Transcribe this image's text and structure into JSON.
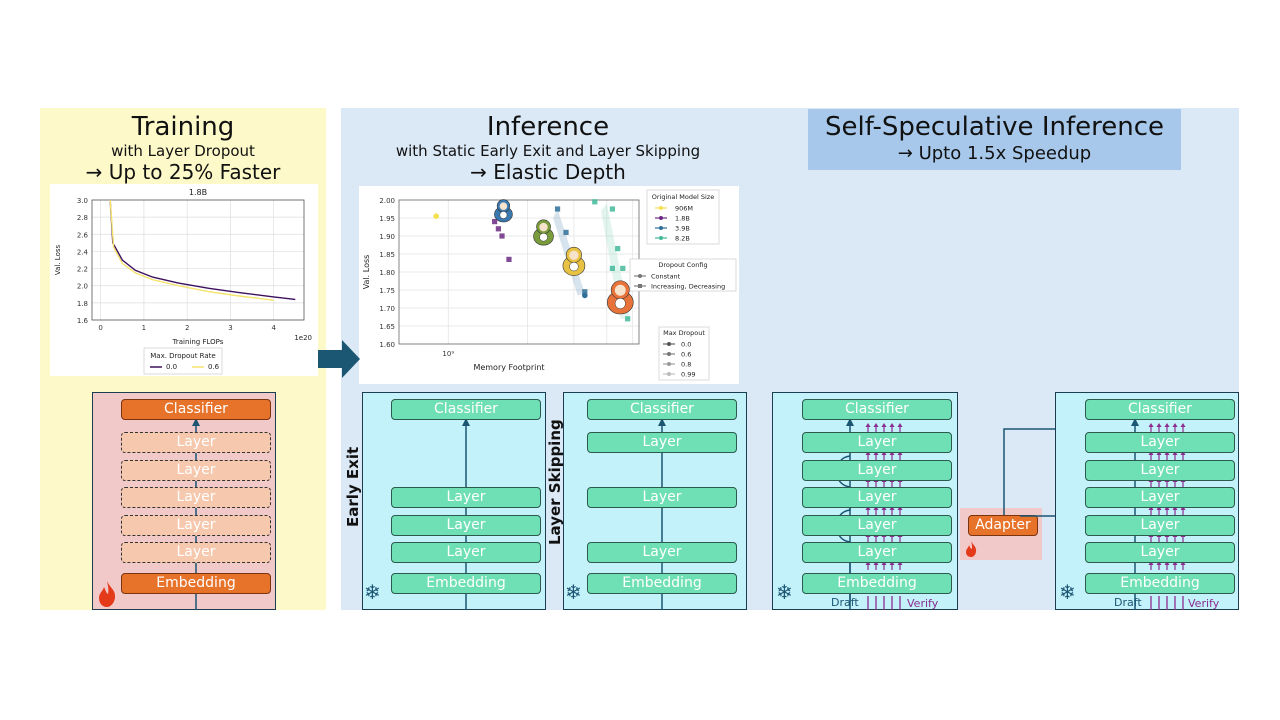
{
  "training": {
    "title": "Training",
    "subtitle": "with Layer Dropout",
    "highlight": "→ Up to 25% Faster",
    "chart_title": "1.8B",
    "xlabel": "Training FLOPs",
    "ylabel": "Val. Loss",
    "x_exponent": "1e20",
    "legend_title": "Max. Dropout Rate",
    "stack": {
      "top": "Classifier",
      "layer": "Layer",
      "bottom": "Embedding"
    }
  },
  "inference": {
    "title": "Inference",
    "subtitle": "with Static Early Exit and Layer Skipping",
    "highlight": "→ Elastic Depth",
    "xlabel": "Memory Footprint",
    "ylabel": "Val. Loss",
    "x_tick": "10⁹",
    "legend_size_title": "Original Model Size",
    "legend_config_title": "Dropout Config",
    "legend_config": [
      "Constant",
      "Increasing, Decreasing"
    ],
    "legend_dropout_title": "Max Dropout",
    "legend_dropout": [
      "0.0",
      "0.6",
      "0.8",
      "0.99"
    ],
    "early_exit_label": "Early Exit",
    "layer_skipping_label": "Layer Skipping",
    "stack": {
      "top": "Classifier",
      "layer": "Layer",
      "bottom": "Embedding"
    }
  },
  "speculative": {
    "title": "Self-Speculative Inference",
    "highlight": "→ Upto 1.5x Speedup",
    "draft": "Draft",
    "verify": "Verify",
    "adapter": "Adapter",
    "stack": {
      "top": "Classifier",
      "layer": "Layer",
      "bottom": "Embedding"
    }
  },
  "colors": {
    "training_bg": "#fdf9c9",
    "inference_bg": "#dbe8f5",
    "speculative_title_bg": "#a7c8ea",
    "stack_bg_training": "#f2c9c9",
    "stack_bg_inference": "#c3f2fb",
    "block_teal": "#6fdfb6",
    "block_orange": "#e7722a",
    "arrow": "#1b5673",
    "verify_purple": "#8b2c8f"
  },
  "chart_data": [
    {
      "type": "line",
      "title": "1.8B",
      "xlabel": "Training FLOPs",
      "ylabel": "Val. Loss",
      "xlim": [
        -0.2,
        4.7
      ],
      "ylim": [
        1.6,
        3.0
      ],
      "x_ticks": [
        0,
        1,
        2,
        3,
        4
      ],
      "y_ticks": [
        1.6,
        1.8,
        2.0,
        2.2,
        2.4,
        2.6,
        2.8,
        3.0
      ],
      "grid": true,
      "legend_position": "bottom",
      "series": [
        {
          "name": "0.0",
          "color": "#3d1060",
          "x": [
            0.22,
            0.28,
            0.5,
            0.8,
            1.2,
            1.8,
            2.5,
            3.2,
            4.0,
            4.5
          ],
          "y": [
            3.0,
            2.5,
            2.3,
            2.18,
            2.1,
            2.03,
            1.97,
            1.92,
            1.87,
            1.84
          ]
        },
        {
          "name": "0.6",
          "color": "#f5e36e",
          "x": [
            0.22,
            0.3,
            0.5,
            0.8,
            1.2,
            1.8,
            2.5,
            3.2,
            4.0
          ],
          "y": [
            3.0,
            2.45,
            2.26,
            2.15,
            2.07,
            2.0,
            1.93,
            1.88,
            1.83
          ]
        }
      ]
    },
    {
      "type": "scatter",
      "xlabel": "Memory Footprint",
      "ylabel": "Val. Loss",
      "ylim": [
        1.6,
        2.0
      ],
      "y_ticks": [
        1.6,
        1.65,
        1.7,
        1.75,
        1.8,
        1.85,
        1.9,
        1.95,
        2.0
      ],
      "x_scale": "log",
      "grid": true,
      "legend_position": "right",
      "series": [
        {
          "name": "906M",
          "color": "#f4e04d",
          "points": [
            {
              "x": 0.9,
              "y": 1.955,
              "marker": "circle"
            }
          ]
        },
        {
          "name": "1.8B",
          "color": "#6a2a82",
          "points": [
            {
              "x": 1.5,
              "y": 1.94,
              "marker": "square"
            },
            {
              "x": 1.55,
              "y": 1.92,
              "marker": "square"
            },
            {
              "x": 1.6,
              "y": 1.9,
              "marker": "square"
            },
            {
              "x": 1.7,
              "y": 1.835,
              "marker": "square"
            }
          ]
        },
        {
          "name": "3.9B",
          "color": "#2f6f99",
          "points": [
            {
              "x": 2.6,
              "y": 1.975,
              "marker": "square"
            },
            {
              "x": 2.8,
              "y": 1.91,
              "marker": "square"
            },
            {
              "x": 3.3,
              "y": 1.745,
              "marker": "square"
            },
            {
              "x": 3.3,
              "y": 1.735,
              "marker": "circle"
            },
            {
              "x": 3.0,
              "y": 1.805,
              "marker": "square"
            }
          ]
        },
        {
          "name": "8.2B",
          "color": "#42b89a",
          "points": [
            {
              "x": 3.6,
              "y": 1.995,
              "marker": "square"
            },
            {
              "x": 4.2,
              "y": 1.975,
              "marker": "square"
            },
            {
              "x": 4.4,
              "y": 1.865,
              "marker": "square"
            },
            {
              "x": 4.2,
              "y": 1.81,
              "marker": "square"
            },
            {
              "x": 4.6,
              "y": 1.81,
              "marker": "square"
            },
            {
              "x": 4.8,
              "y": 1.67,
              "marker": "square"
            }
          ]
        }
      ]
    }
  ]
}
